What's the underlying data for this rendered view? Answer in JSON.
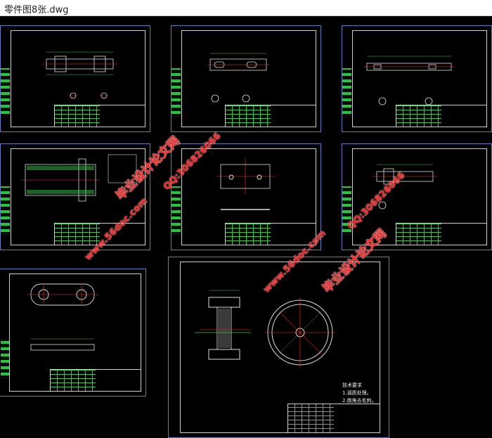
{
  "window": {
    "title": "零件图8张.dwg"
  },
  "colors": {
    "frame": "#d0d0d0",
    "accent": "#37c84a",
    "watermark": "#ff2020",
    "cad_bg": "#000000"
  },
  "watermarks": {
    "site": "毕业设计论文网",
    "url": "www.56doc.com",
    "qq": "QQ:306826066"
  },
  "drawing8": {
    "tech_title": "技术要求",
    "tech_req_1": "1.调质处理。",
    "tech_req_2": "2.倒角去毛刺。"
  }
}
